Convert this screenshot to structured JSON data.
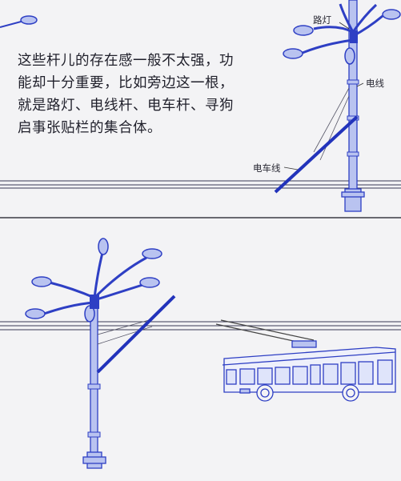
{
  "caption": {
    "lines": [
      "这些杆儿的存在感一般不太强，功",
      "能却十分重要，比如旁边这一根，",
      "就是路灯、电线杆、电车杆、寻狗",
      "启事张贴栏的集合体。"
    ]
  },
  "labels": {
    "streetlight": "路灯",
    "power_line": "电线",
    "tram_line": "电车线"
  },
  "colors": {
    "pole": "#b9c3f0",
    "outline": "#2e3fc4",
    "tram_wire": "#2233bb",
    "background": "#f3f3f5",
    "divider": "#3a3a44"
  }
}
